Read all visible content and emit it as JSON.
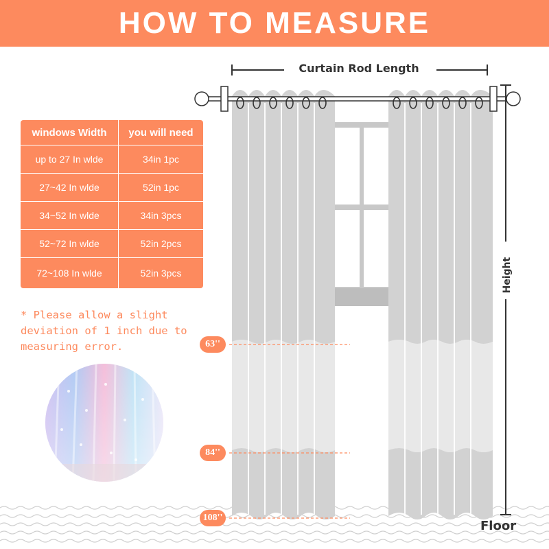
{
  "banner": {
    "title": "HOW TO MEASURE"
  },
  "size_table": {
    "headers": [
      "windows Width",
      "you will need"
    ],
    "rows": [
      [
        "up to 27 In wlde",
        "34in  1pc"
      ],
      [
        "27~42 In wlde",
        "52in  1pc"
      ],
      [
        "34~52  In wlde",
        "34in  3pcs"
      ],
      [
        "52~72  In wlde",
        "52in  2pcs"
      ],
      [
        "72~108  In wlde",
        "52in  3pcs"
      ]
    ]
  },
  "note": {
    "lines": [
      "* Please allow a slight",
      "deviation of 1 inch due to",
      "measuring error."
    ]
  },
  "diagram": {
    "rod_length_label": "Curtain Rod Length",
    "height_label": "Height",
    "floor_label": "Floor",
    "length_marks": [
      {
        "label": "63''"
      },
      {
        "label": "84''"
      },
      {
        "label": "108''"
      }
    ]
  },
  "colors": {
    "accent": "#fd8a5e",
    "curtain": "#d2d2d2",
    "curtain_light": "#e6e6e6",
    "window_frame": "#c8c8c8",
    "dimension_line": "#333333"
  },
  "icons": [
    "curtain-rod-icon",
    "grommet-ring-icon",
    "window-icon",
    "floor-wave-icon",
    "rainbow-curtain-photo"
  ]
}
